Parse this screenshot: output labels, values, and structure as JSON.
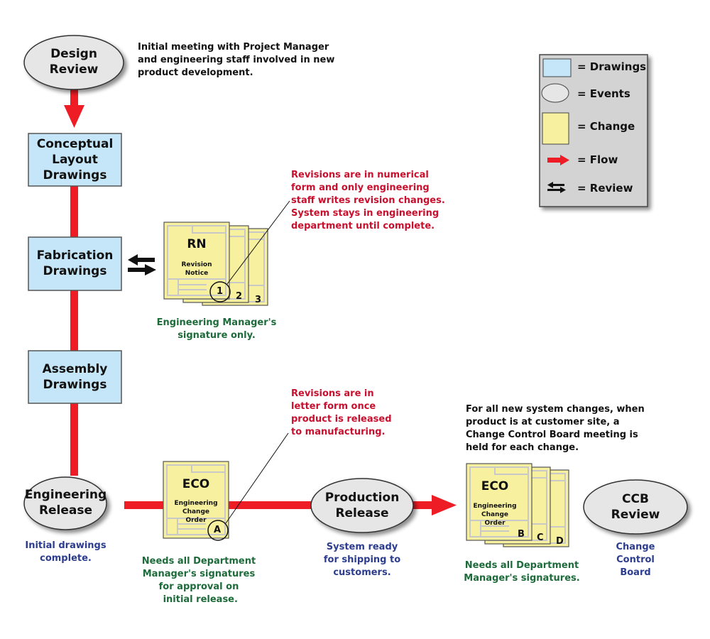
{
  "colors": {
    "flow": "#ee1c25",
    "drawing_fill": "#c5e6f8",
    "event_fill": "#e6e6e6",
    "change_fill": "#f7f19f",
    "legend_bg": "#d3d3d3",
    "red_text": "#c8102e",
    "green_text": "#1d6b3a",
    "blue_text": "#2c3d8f"
  },
  "nodes": {
    "design_review": "Design\nReview",
    "conceptual_layout": "Conceptual\nLayout\nDrawings",
    "fabrication": "Fabrication\nDrawings",
    "assembly": "Assembly\nDrawings",
    "engineering_release": "Engineering\nRelease",
    "production_release": "Production\nRelease",
    "ccb_review": "CCB\nReview"
  },
  "documents": {
    "rn": {
      "title": "RN",
      "subtitle": "Revision\nNotice",
      "revisions": [
        "1",
        "2",
        "3"
      ]
    },
    "eco_single": {
      "title": "ECO",
      "subtitle": "Engineering\nChange\nOrder",
      "revisions": [
        "A"
      ]
    },
    "eco_stack": {
      "title": "ECO",
      "subtitle": "Engineering\nChange\nOrder",
      "revisions": [
        "B",
        "C",
        "D"
      ]
    }
  },
  "annotations": {
    "design_review_note": "Initial meeting with Project Manager\nand engineering staff involved in new\nproduct development.",
    "numeric_revisions_note": "Revisions are in numerical\nform and only engineering\nstaff writes revision changes.\nSystem stays in engineering\ndepartment until complete.",
    "rn_signature_note": "Engineering Manager's\nsignature only.",
    "letter_revisions_note": "Revisions are in\nletter form once\nproduct is released\nto manufacturing.",
    "ccb_note": "For all new system changes, when\nproduct is at customer site, a\nChange Control Board meeting is\nheld for each change.",
    "eng_release_note": "Initial drawings\ncomplete.",
    "eco_signature_note": "Needs all Department\nManager's signatures\nfor approval on\n initial release.",
    "production_release_note": "System ready\nfor shipping to\ncustomers.",
    "eco_stack_signature_note": "Needs all Department\nManager's signatures.",
    "ccb_caption": "Change\nControl\nBoard"
  },
  "legend": {
    "items": [
      {
        "symbol": "drawing",
        "label": "= Drawings"
      },
      {
        "symbol": "event",
        "label": "= Events"
      },
      {
        "symbol": "change",
        "label": "= Change"
      },
      {
        "symbol": "flow-arrow",
        "label": "= Flow"
      },
      {
        "symbol": "review-arrows",
        "label": "= Review"
      }
    ]
  }
}
